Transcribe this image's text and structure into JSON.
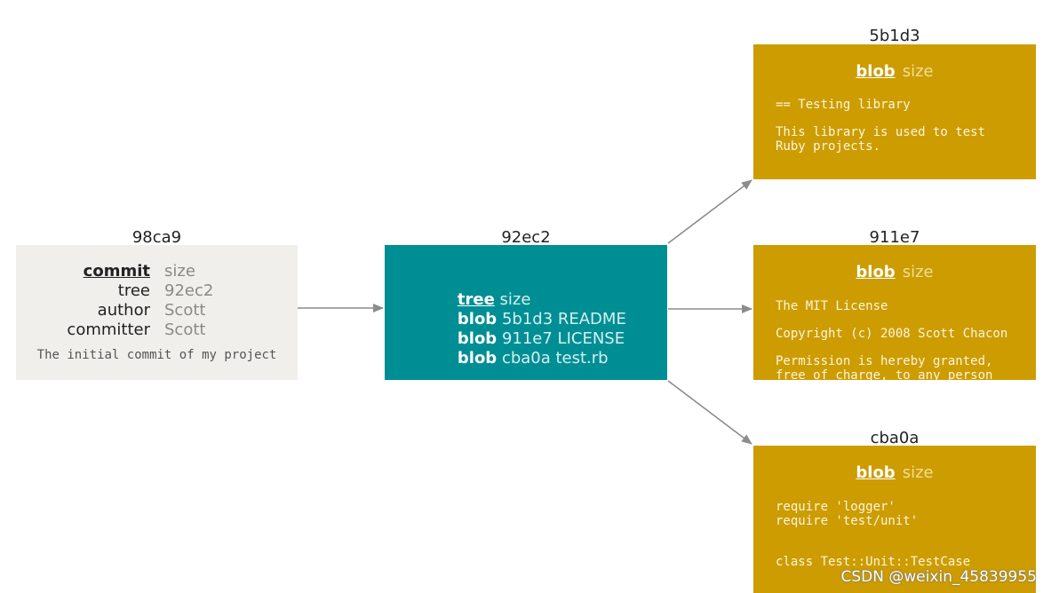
{
  "commit": {
    "hash": "98ca9",
    "rows": [
      {
        "key": "commit",
        "value": "size"
      },
      {
        "key": "tree",
        "value": "92ec2"
      },
      {
        "key": "author",
        "value": "Scott"
      },
      {
        "key": "committer",
        "value": "Scott"
      }
    ],
    "message": "The initial commit of my project"
  },
  "tree": {
    "hash": "92ec2",
    "rows": [
      {
        "key": "tree",
        "value": "size"
      },
      {
        "key": "blob",
        "value": "5b1d3 README"
      },
      {
        "key": "blob",
        "value": "911e7 LICENSE"
      },
      {
        "key": "blob",
        "value": "cba0a test.rb"
      }
    ]
  },
  "blobs": [
    {
      "hash": "5b1d3",
      "key": "blob",
      "value": "size",
      "lines": [
        "== Testing library",
        "",
        "This library is used to test",
        "Ruby projects."
      ]
    },
    {
      "hash": "911e7",
      "key": "blob",
      "value": "size",
      "lines": [
        "The MIT License",
        "",
        "Copyright (c) 2008 Scott Chacon",
        "",
        "Permission is hereby granted,",
        "free of charge, to any person"
      ]
    },
    {
      "hash": "cba0a",
      "key": "blob",
      "value": "size",
      "lines": [
        "require 'logger'",
        "require 'test/unit'",
        "",
        "",
        "class Test::Unit::TestCase"
      ]
    }
  ],
  "colors": {
    "commit_bg": "#f0efeb",
    "tree_bg": "#008e95",
    "blob_bg": "#cc9c00",
    "arrow": "#8c8c8c"
  },
  "watermark": "CSDN @weixin_45839955"
}
